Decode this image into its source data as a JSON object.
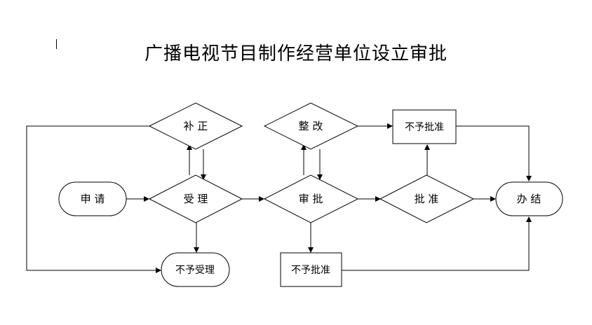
{
  "title": "广播电视节目制作经营单位设立审批",
  "nodes": {
    "apply": "申 请",
    "accept": "受 理",
    "supplement": "补 正",
    "reject_accept": "不予受理",
    "review": "审 批",
    "rectify": "整 改",
    "reject_review": "不予批准",
    "approve": "批 准",
    "reject_approve": "不予批准",
    "complete": "办 结"
  }
}
